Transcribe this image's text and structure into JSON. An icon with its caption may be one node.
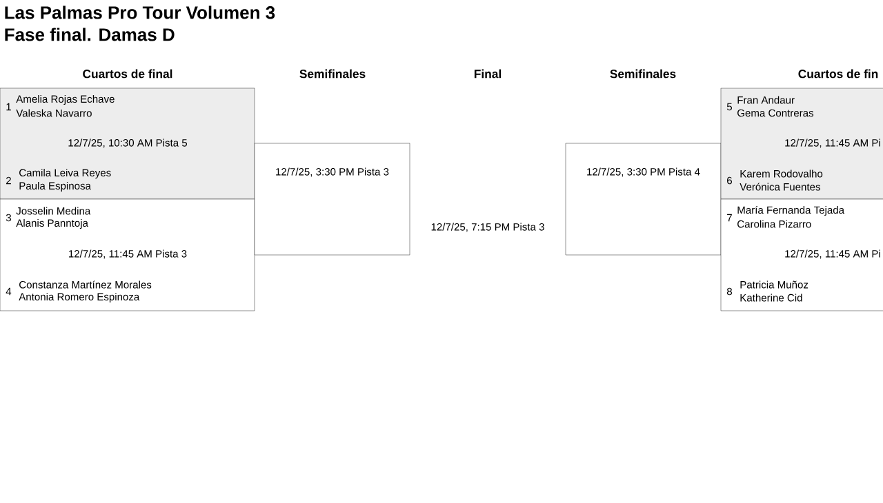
{
  "diagram": {
    "title": "Las Palmas Pro Tour Volumen 3",
    "nodes": [
      {
        "text": [
          "1",
          "Amelia Rojas Echave",
          "Valeska Navarro",
          "12/7/25, 10:30 AM Pista 5",
          "2",
          "Camila Leiva Reyes",
          "Paula Espinosa"
        ]
      },
      {
        "text": [
          "3",
          "Josselin Medina",
          "Alanis Panntoja",
          "12/7/25, 11:45 AM Pista 3",
          "4",
          "Constanza Martínez Morales",
          "Antonia Romero Espinoza"
        ]
      },
      {
        "text": [
          "12/7/25, 3:30 PM Pista 3"
        ]
      },
      {
        "text": [
          "12/7/25, 7:15 PM Pista 3"
        ]
      },
      {
        "text": [
          "12/7/25, 3:30 PM Pista 4"
        ]
      },
      {
        "text": [
          "5",
          "Fran Andaur",
          "Gema Contreras",
          "12/7/25, 11:45 AM Pi",
          "6",
          "Karem Rodovalho",
          "Verónica Fuentes"
        ]
      },
      {
        "text": [
          "7",
          "María Fernanda Tejada",
          "Carolina Pizarro",
          "12/7/25, 11:45 AM Pi",
          "8",
          "Patricia Muñoz",
          "Katherine Cid"
        ]
      }
    ],
    "labels": [
      "Fase final. Damas D",
      "Cuartos de final",
      "Semifinales",
      "Final",
      "Semifinales",
      "Cuartos de fin"
    ]
  }
}
